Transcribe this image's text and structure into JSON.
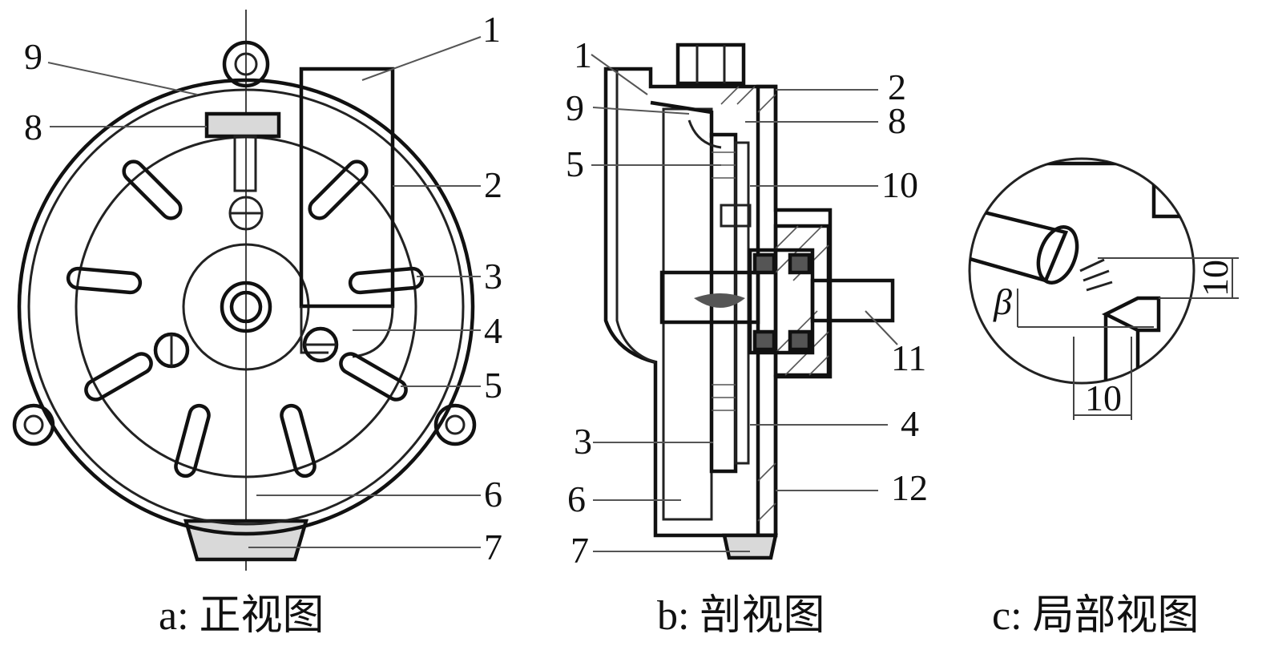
{
  "front_view": {
    "caption": "a: 正视图",
    "part_labels": [
      "9",
      "8",
      "1",
      "2",
      "3",
      "4",
      "5",
      "6",
      "7"
    ]
  },
  "section_view": {
    "caption": "b: 剖视图",
    "part_labels": [
      "1",
      "9",
      "5",
      "3",
      "6",
      "7",
      "2",
      "8",
      "10",
      "11",
      "4",
      "12"
    ]
  },
  "detail_view": {
    "caption": "c: 局部视图",
    "angle_symbol": "β",
    "dimension_vertical": "10",
    "dimension_horizontal": "10"
  }
}
